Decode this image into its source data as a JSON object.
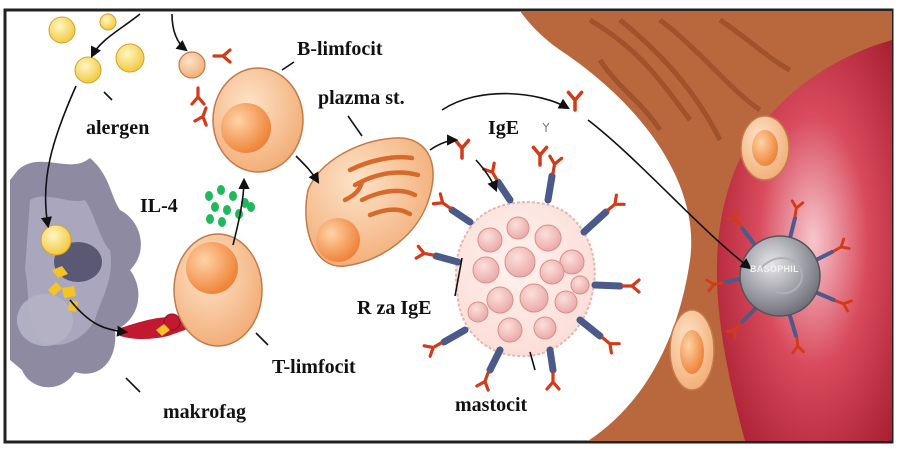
{
  "labels": {
    "b_cell": "B-limfocit",
    "plasma_cell": "plazma st.",
    "ige": "IgE",
    "allergen": "alergen",
    "il4": "IL-4",
    "receptor": "R za IgE",
    "t_cell": "T-limfocit",
    "macrophage": "makrofag",
    "mast_cell": "mastocit",
    "basophil": "BASOPHIL"
  },
  "colors": {
    "cell_orange": "#f4b27c",
    "nucleus_orange": "#f08a3c",
    "antibody_red": "#d23a1a",
    "receptor_blue": "#4a5a8a",
    "il4_green": "#1fb85a",
    "allergen_yellow": "#f5d35a",
    "vessel_wall": "#b9673c",
    "vessel_lumen": "#c0283a",
    "macrophage_gray": "#8d8aa2",
    "mast_pink": "#f6c9c6",
    "basophil_gray": "#8e8e96"
  }
}
